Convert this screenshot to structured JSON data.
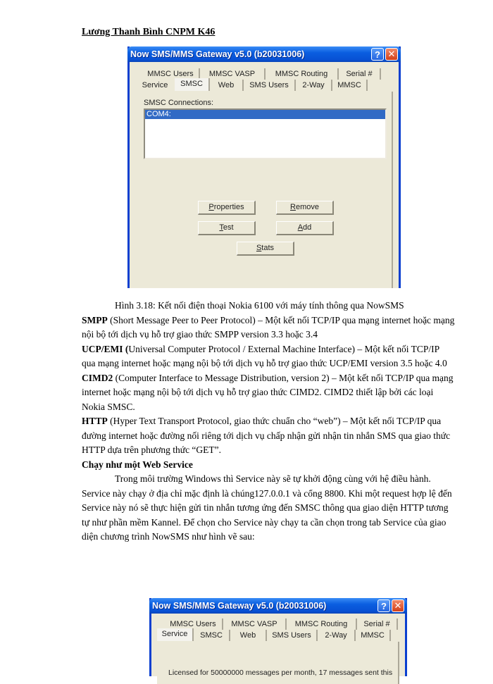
{
  "header": {
    "author_line": "Lương Thanh Bình CNPM K46"
  },
  "window1": {
    "title": "Now SMS/MMS Gateway v5.0 (b20031006)",
    "title_buttons": {
      "help": "?",
      "close": "✕"
    },
    "tabs_back": [
      "MMSC Users",
      "MMSC VASP",
      "MMSC Routing",
      "Serial #"
    ],
    "tabs_front": [
      "Service",
      "SMSC",
      "Web",
      "SMS Users",
      "2-Way",
      "MMSC"
    ],
    "active_tab": "SMSC",
    "connections_label": "SMSC Connections:",
    "connections": [
      "COM4:"
    ],
    "buttons": {
      "properties_accel": "P",
      "properties_rest": "roperties",
      "remove_accel": "R",
      "remove_rest": "emove",
      "test_accel": "T",
      "test_rest": "est",
      "add_accel": "A",
      "add_rest": "dd",
      "stats_accel": "S",
      "stats_rest": "tats"
    }
  },
  "caption": "Hình 3.18: Kết nối điện thoại Nokia 6100 với máy tính thông qua NowSMS",
  "body": {
    "smpp_term": "SMPP",
    "smpp_text": " (Short Message Peer to Peer Protocol) – Một kết nối TCP/IP  qua mạng internet hoặc mạng nội bộ tới dịch vụ hỗ trợ giao thức SMPP version 3.3 hoặc 3.4",
    "ucp_term": "UCP/EMI (",
    "ucp_text": "Universal  Computer Protocol / External Machine Interface) – Một kết nối TCP/IP qua mạng internet hoặc mạng nội bộ tới dịch vụ hỗ trợ giao thức UCP/EMI version 3.5 hoặc 4.0",
    "cimd_term": "CIMD2",
    "cimd_text": "  (Computer Interface to Message Distribution, version 2) – Một kết nối TCP/IP  qua mạng internet hoặc mạng nội bộ tới dịch vụ hỗ trợ giao thức CIMD2. CIMD2  thiết lập bởi các loại Nokia SMSC.",
    "http_term": "HTTP",
    "http_text": "  (Hyper Text Transport  Protocol, giao thức chuẩn cho “web”)  – Một kết nối TCP/IP  qua đường internet hoặc đường nối riêng tới dịch vụ  chấp nhận gửi nhận tin nhắn SMS qua giao thức HTTP  dựa trên phương thức “GET”.",
    "section_heading": "Chạy như một Web Service",
    "service_paragraph": "Trong môi trường Windows  thì Service này sẽ tự khởi động cùng với hệ điều hành.  Service này chạy ở địa chỉ mặc định là chúng127.0.0.1  và  cổng 8800. Khi một request hợp lệ đến Service này nó sẽ thực hiện gửi tin nhắn tương ứng đến SMSC thông qua giao diện HTTP  tương tự như phần mềm Kannel.  Để chọn cho Service này  chạy ta cần chọn trong tab Service  của giao diện chương trình NowSMS  như hình vẽ sau:"
  },
  "window2": {
    "title": "Now SMS/MMS Gateway v5.0 (b20031006)",
    "title_buttons": {
      "help": "?",
      "close": "✕"
    },
    "tabs_back": [
      "MMSC Users",
      "MMSC VASP",
      "MMSC Routing",
      "Serial #"
    ],
    "tabs_front": [
      "Service",
      "SMSC",
      "Web",
      "SMS Users",
      "2-Way",
      "MMSC"
    ],
    "active_tab": "Service",
    "license_text": "Licensed for 50000000 messages per month, 17 messages sent this"
  }
}
